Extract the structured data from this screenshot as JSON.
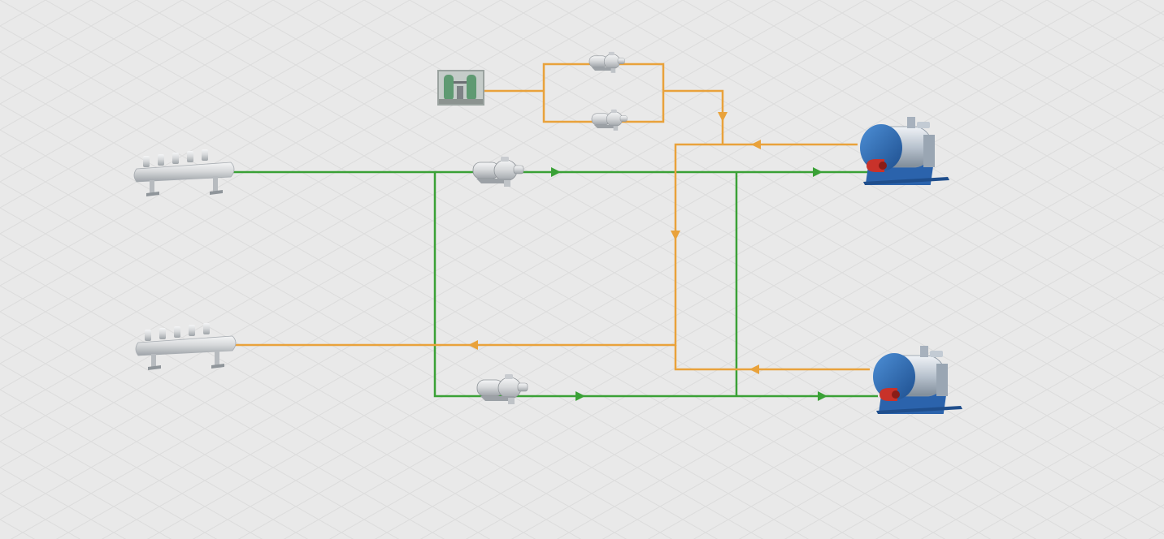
{
  "colors": {
    "background": "#e9e9e9",
    "grid": "#dcdcdc",
    "supply_pipe": "#3aa136",
    "return_pipe": "#e9a23b",
    "boiler_body": "#2f6fb5",
    "burner": "#d6332b",
    "equipment_steel": "#d8dadc"
  },
  "equipment": [
    {
      "name": "steam-header-supply",
      "icon": "header-tank-icon"
    },
    {
      "name": "steam-header-return",
      "icon": "header-tank-icon"
    },
    {
      "name": "water-softener",
      "icon": "water-treatment-icon"
    },
    {
      "name": "feed-pump-1",
      "icon": "pump-icon"
    },
    {
      "name": "feed-pump-2",
      "icon": "pump-icon"
    },
    {
      "name": "circulation-pump-1",
      "icon": "pump-icon"
    },
    {
      "name": "circulation-pump-2",
      "icon": "pump-icon"
    },
    {
      "name": "boiler-1",
      "icon": "boiler-icon"
    },
    {
      "name": "boiler-2",
      "icon": "boiler-icon"
    }
  ]
}
